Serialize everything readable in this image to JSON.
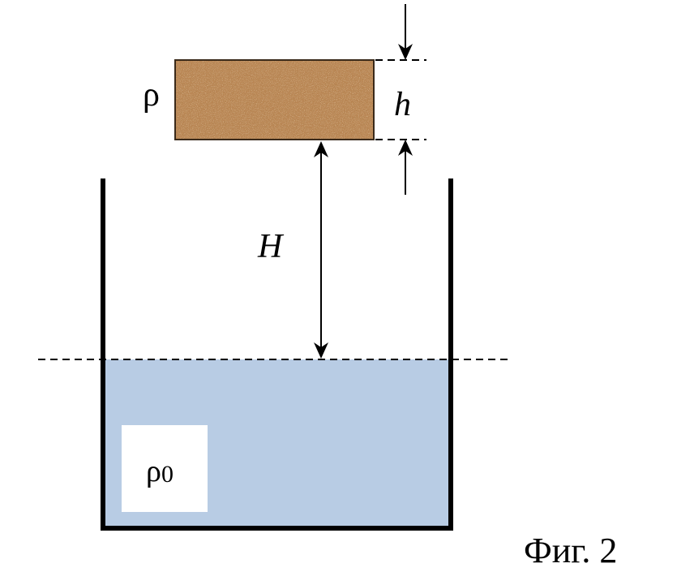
{
  "labels": {
    "block_density": "ρ",
    "block_height": "h",
    "drop_height": "H",
    "liquid_density_symbol": "ρ",
    "liquid_density_subscript": "0",
    "caption": "Фиг. 2"
  },
  "colors": {
    "wood": "#b98552",
    "wood_border": "#3a2a1a",
    "liquid": "#b8cce4",
    "label_box": "#ffffff",
    "ink": "#000000"
  }
}
